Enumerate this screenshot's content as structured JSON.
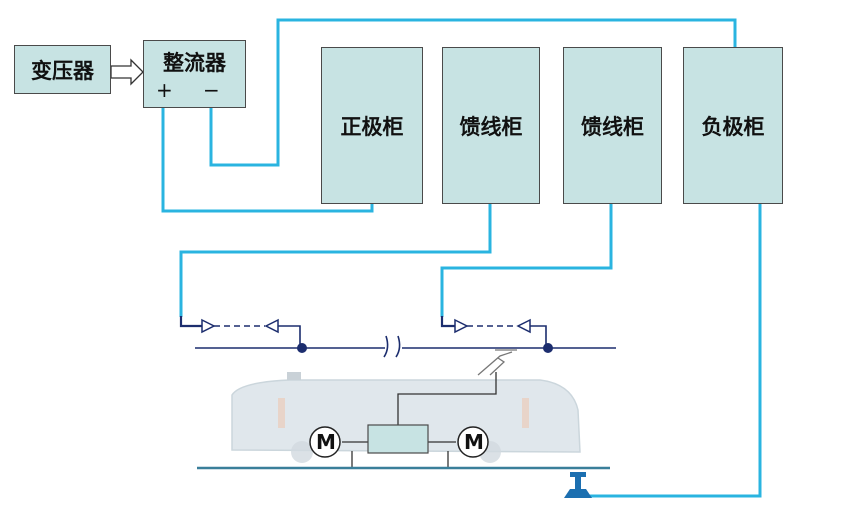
{
  "blocks": {
    "transformer": "变压器",
    "rectifier": "整流器",
    "rectifier_plus": "+",
    "rectifier_minus": "−",
    "positive_cabinet": "正极柜",
    "feeder_cabinet_1": "馈线柜",
    "feeder_cabinet_2": "馈线柜",
    "negative_cabinet": "负极柜"
  },
  "train": {
    "motor_left": "M",
    "motor_right": "M"
  },
  "colors": {
    "cable": "#2ab4e0",
    "box_fill": "#c7e3e3",
    "dark_line": "#1c2d6e",
    "rail": "#3a7f9a",
    "train_body": "#dde5ea"
  }
}
